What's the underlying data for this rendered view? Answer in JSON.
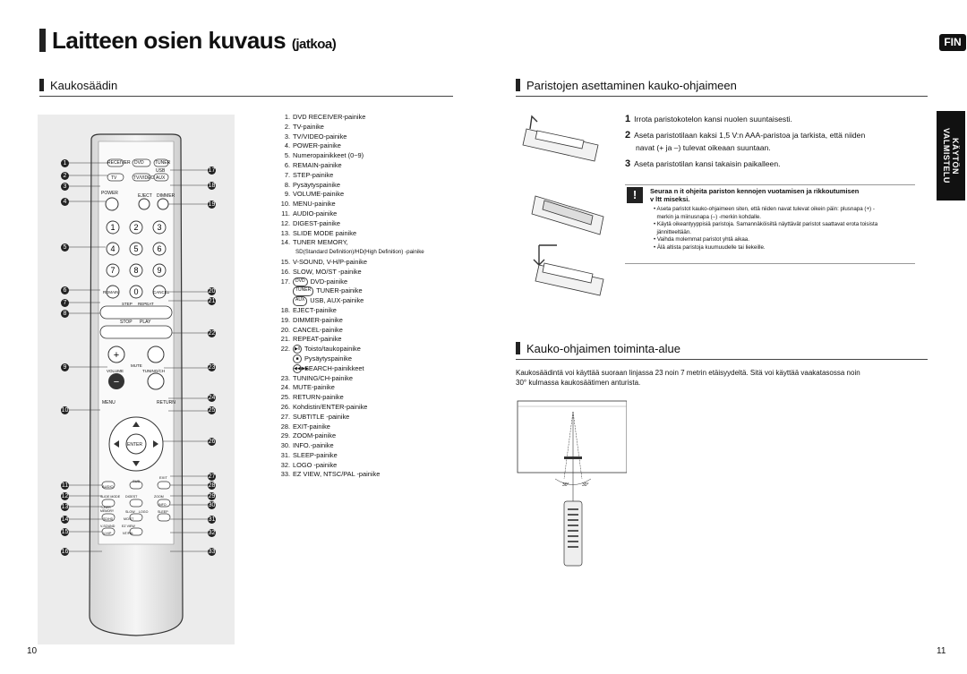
{
  "header": {
    "title": "Laitteen osien kuvaus",
    "subtitle": "(jatkoa)",
    "lang_badge": "FIN"
  },
  "left": {
    "section_title": "Kaukosäädin",
    "remote": {
      "labels": {
        "dvd_receiver": "RECEIVER",
        "dvd": "DVD",
        "tuner": "TUNER",
        "usb": "USB",
        "tv": "TV",
        "tv_video": "TV/VIDEO",
        "aux": "AUX",
        "power": "POWER",
        "eject": "EJECT",
        "dimmer": "DIMMER",
        "remain": "REMAIN",
        "cancel": "CANCEL",
        "step": "STEP",
        "repeat": "REPEAT",
        "stop": "STOP",
        "play": "PLAY",
        "mute": "MUTE",
        "volume": "VOLUME",
        "tuning_ch": "TUNING/CH",
        "menu": "MENU",
        "return": "RETURN",
        "enter": "ENTER",
        "audio": "AUDIO",
        "sub": "SUB",
        "exit": "EXIT",
        "slide_mode": "SLIDE MODE",
        "digest": "DIGEST",
        "zoom": "ZOOM",
        "info": "INFO",
        "tuner_memory": "TUNER MEMORY",
        "slow": "SLOW",
        "logo": "LOGO",
        "sleep": "SLEEP",
        "sd_hd": "SD/HD",
        "mo_st": "MO/ST",
        "v_sound": "V-SOUND",
        "ez_view": "EZ VIEW",
        "v_hp": "V-H/P",
        "ntsc_pal": "NT/PAL",
        "digits": [
          "1",
          "2",
          "3",
          "4",
          "5",
          "6",
          "7",
          "8",
          "9",
          "0"
        ]
      },
      "callouts_left": [
        "1",
        "2",
        "3",
        "4",
        "5",
        "6",
        "7",
        "8",
        "9",
        "10",
        "11",
        "12",
        "13",
        "14",
        "15",
        "16"
      ],
      "callouts_right": [
        "17",
        "18",
        "19",
        "20",
        "21",
        "22",
        "23",
        "24",
        "25",
        "26",
        "27",
        "28",
        "29",
        "30",
        "31",
        "32",
        "33"
      ]
    },
    "legend": [
      {
        "num": "1.",
        "text": "DVD RECEIVER-painike"
      },
      {
        "num": "2.",
        "text": "TV-painike"
      },
      {
        "num": "3.",
        "text": "TV/VIDEO-painike"
      },
      {
        "num": "4.",
        "text": "POWER-painike"
      },
      {
        "num": "5.",
        "text": "Numeropainikkeet (0~9)"
      },
      {
        "num": "6.",
        "text": "REMAIN-painike"
      },
      {
        "num": "7.",
        "text": "STEP-painike"
      },
      {
        "num": "8.",
        "text": "Pysäytyspainike"
      },
      {
        "num": "9.",
        "text": "VOLUME-painike"
      },
      {
        "num": "10.",
        "text": "MENU-painike"
      },
      {
        "num": "11.",
        "text": "AUDIO-painike"
      },
      {
        "num": "12.",
        "text": "DIGEST-painike"
      },
      {
        "num": "13.",
        "text": "SLIDE MODE painike"
      },
      {
        "num": "14.",
        "text": "TUNER MEMORY,"
      },
      {
        "num": "",
        "text": "SD(Standard Definition)/HD(High Definition) -painike",
        "sub": true
      },
      {
        "num": "15.",
        "text": "V-SOUND, V-H/P-painike"
      },
      {
        "num": "16.",
        "text": "SLOW, MO/ST -painike"
      },
      {
        "num": "17.",
        "tag": "DVD",
        "text": "DVD-painike"
      },
      {
        "num": "",
        "tag": "TUNER",
        "text": "TUNER-painike"
      },
      {
        "num": "",
        "tag": "AUX",
        "text": "USB, AUX-painike"
      },
      {
        "num": "18.",
        "text": "EJECT-painike"
      },
      {
        "num": "19.",
        "text": "DIMMER-painike"
      },
      {
        "num": "20.",
        "text": "CANCEL-painike"
      },
      {
        "num": "21.",
        "text": "REPEAT-painike"
      },
      {
        "num": "22.",
        "circ": "▶‖",
        "text": "Toisto/taukopainike"
      },
      {
        "num": "",
        "circ": "■",
        "text": "Pysäytyspainike"
      },
      {
        "num": "",
        "circ": "◀◀ ▶▶",
        "text": "SEARCH-painikkeet"
      },
      {
        "num": "23.",
        "text": "TUNING/CH-painike"
      },
      {
        "num": "24.",
        "text": "MUTE-painike"
      },
      {
        "num": "25.",
        "text": "RETURN-painike"
      },
      {
        "num": "26.",
        "text": "Kohdistin/ENTER-painike"
      },
      {
        "num": "27.",
        "text": "SUBTITLE -painike"
      },
      {
        "num": "28.",
        "text": "EXIT-painike"
      },
      {
        "num": "29.",
        "text": "ZOOM-painike"
      },
      {
        "num": "30.",
        "text": "INFO.-painike"
      },
      {
        "num": "31.",
        "text": "SLEEP-painike"
      },
      {
        "num": "32.",
        "text": "LOGO -painike"
      },
      {
        "num": "33.",
        "text": "EZ VIEW, NTSC/PAL -painike"
      }
    ],
    "page_number": "10"
  },
  "right": {
    "battery": {
      "section_title": "Paristojen asettaminen kauko-ohjaimeen",
      "steps": [
        {
          "n": "1",
          "text": "Irrota paristokotelon kansi nuolen suuntaisesti."
        },
        {
          "n": "2",
          "text": "Aseta paristotilaan kaksi 1,5 V:n AAA-paristoa ja tarkista, että niiden"
        },
        {
          "n": "",
          "text": "navat (+ ja –) tulevat oikeaan suuntaan."
        },
        {
          "n": "3",
          "text": "Aseta paristotilan kansi takaisin paikalleen."
        }
      ],
      "note_title_1": "Seuraa n it  ohjeita pariston kennojen vuotamisen ja rikkoutumisen",
      "note_title_2": "v ltt miseksi.",
      "notes": [
        "• Aseta paristot kauko-ohjaimeen siten, että niiden navat tulevat oikein päin: plusnapa (+) -",
        "  merkin ja miinusnapa (–) -merkin kohdalle.",
        "• Käytä oikeantyyppisiä paristoja. Samannäköisiltä näyttävät paristot saattavat erota toisista",
        "  jännitteeltään.",
        "• Vaihda molemmat paristot yhtä aikaa.",
        "• Älä altista paristoja kuumuudelle tai liekeille."
      ]
    },
    "side_tab": "KÄYTÖN VALMISTELU",
    "range": {
      "section_title": "Kauko-ohjaimen toiminta-alue",
      "text_1": "Kaukosäädintä voi käyttää suoraan linjassa 23 noin 7 metrin etäisyydeltä. Sitä voi käyttää vaakatasossa noin",
      "text_2": "30° kulmassa kaukosäätimen anturista.",
      "angle_left": "30°",
      "angle_right": "30°"
    },
    "page_number": "11"
  }
}
